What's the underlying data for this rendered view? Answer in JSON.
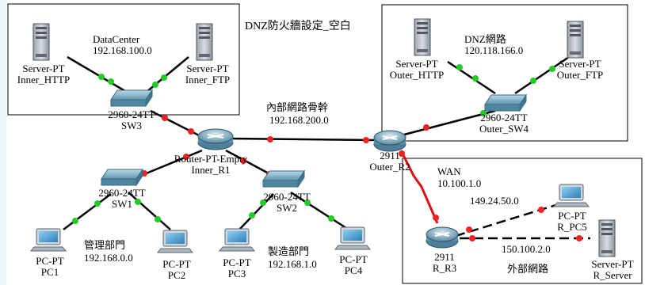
{
  "title": "DNZ防火牆設定_空白",
  "areas": {
    "datacenter": {
      "name": "DataCenter",
      "network": "192.168.100.0"
    },
    "dmz": {
      "name": "DNZ網路",
      "network": "120.118.166.0"
    },
    "backbone": {
      "name": "內部網路骨幹",
      "network": "192.168.200.0"
    },
    "wan": {
      "name": "WAN",
      "network": "10.100.1.0"
    },
    "mgmt": {
      "name": "管理部門",
      "network": "192.168.0.0"
    },
    "mfg": {
      "name": "製造部門",
      "network": "192.168.1.0"
    },
    "external": {
      "name": "外部網路"
    },
    "net_r_pc5": "149.24.50.0",
    "net_r_server": "150.100.2.0"
  },
  "devices": {
    "inner_http": {
      "type": "Server-PT",
      "name": "Inner_HTTP"
    },
    "inner_ftp": {
      "type": "Server-PT",
      "name": "Inner_FTP"
    },
    "sw3": {
      "type": "2960-24TT",
      "name": "SW3"
    },
    "outer_http": {
      "type": "Server-PT",
      "name": "Outer_HTTP"
    },
    "outer_ftp": {
      "type": "Server-PT",
      "name": "Outer_FTP"
    },
    "outer_sw4": {
      "type": "2960-24TT",
      "name": "Outer_SW4"
    },
    "inner_r1": {
      "type": "Router-PT-Empty",
      "name": "Inner_R1"
    },
    "outer_r2": {
      "type": "2911",
      "name": "Outer_R2"
    },
    "sw1": {
      "type": "2960-24TT",
      "name": "SW1"
    },
    "sw2": {
      "type": "2960-24TT",
      "name": "SW2"
    },
    "pc1": {
      "type": "PC-PT",
      "name": "PC1"
    },
    "pc2": {
      "type": "PC-PT",
      "name": "PC2"
    },
    "pc3": {
      "type": "PC-PT",
      "name": "PC3"
    },
    "pc4": {
      "type": "PC-PT",
      "name": "PC4"
    },
    "r_r3": {
      "type": "2911",
      "name": "R_R3"
    },
    "r_pc5": {
      "type": "PC-PT",
      "name": "R_PC5"
    },
    "r_server": {
      "type": "Server-PT",
      "name": "R_Server"
    }
  },
  "colors": {
    "link": "#000000",
    "link_up": "#22cc22",
    "link_down": "#ee2222",
    "serial": "#dd1111",
    "frame": "#000000"
  }
}
